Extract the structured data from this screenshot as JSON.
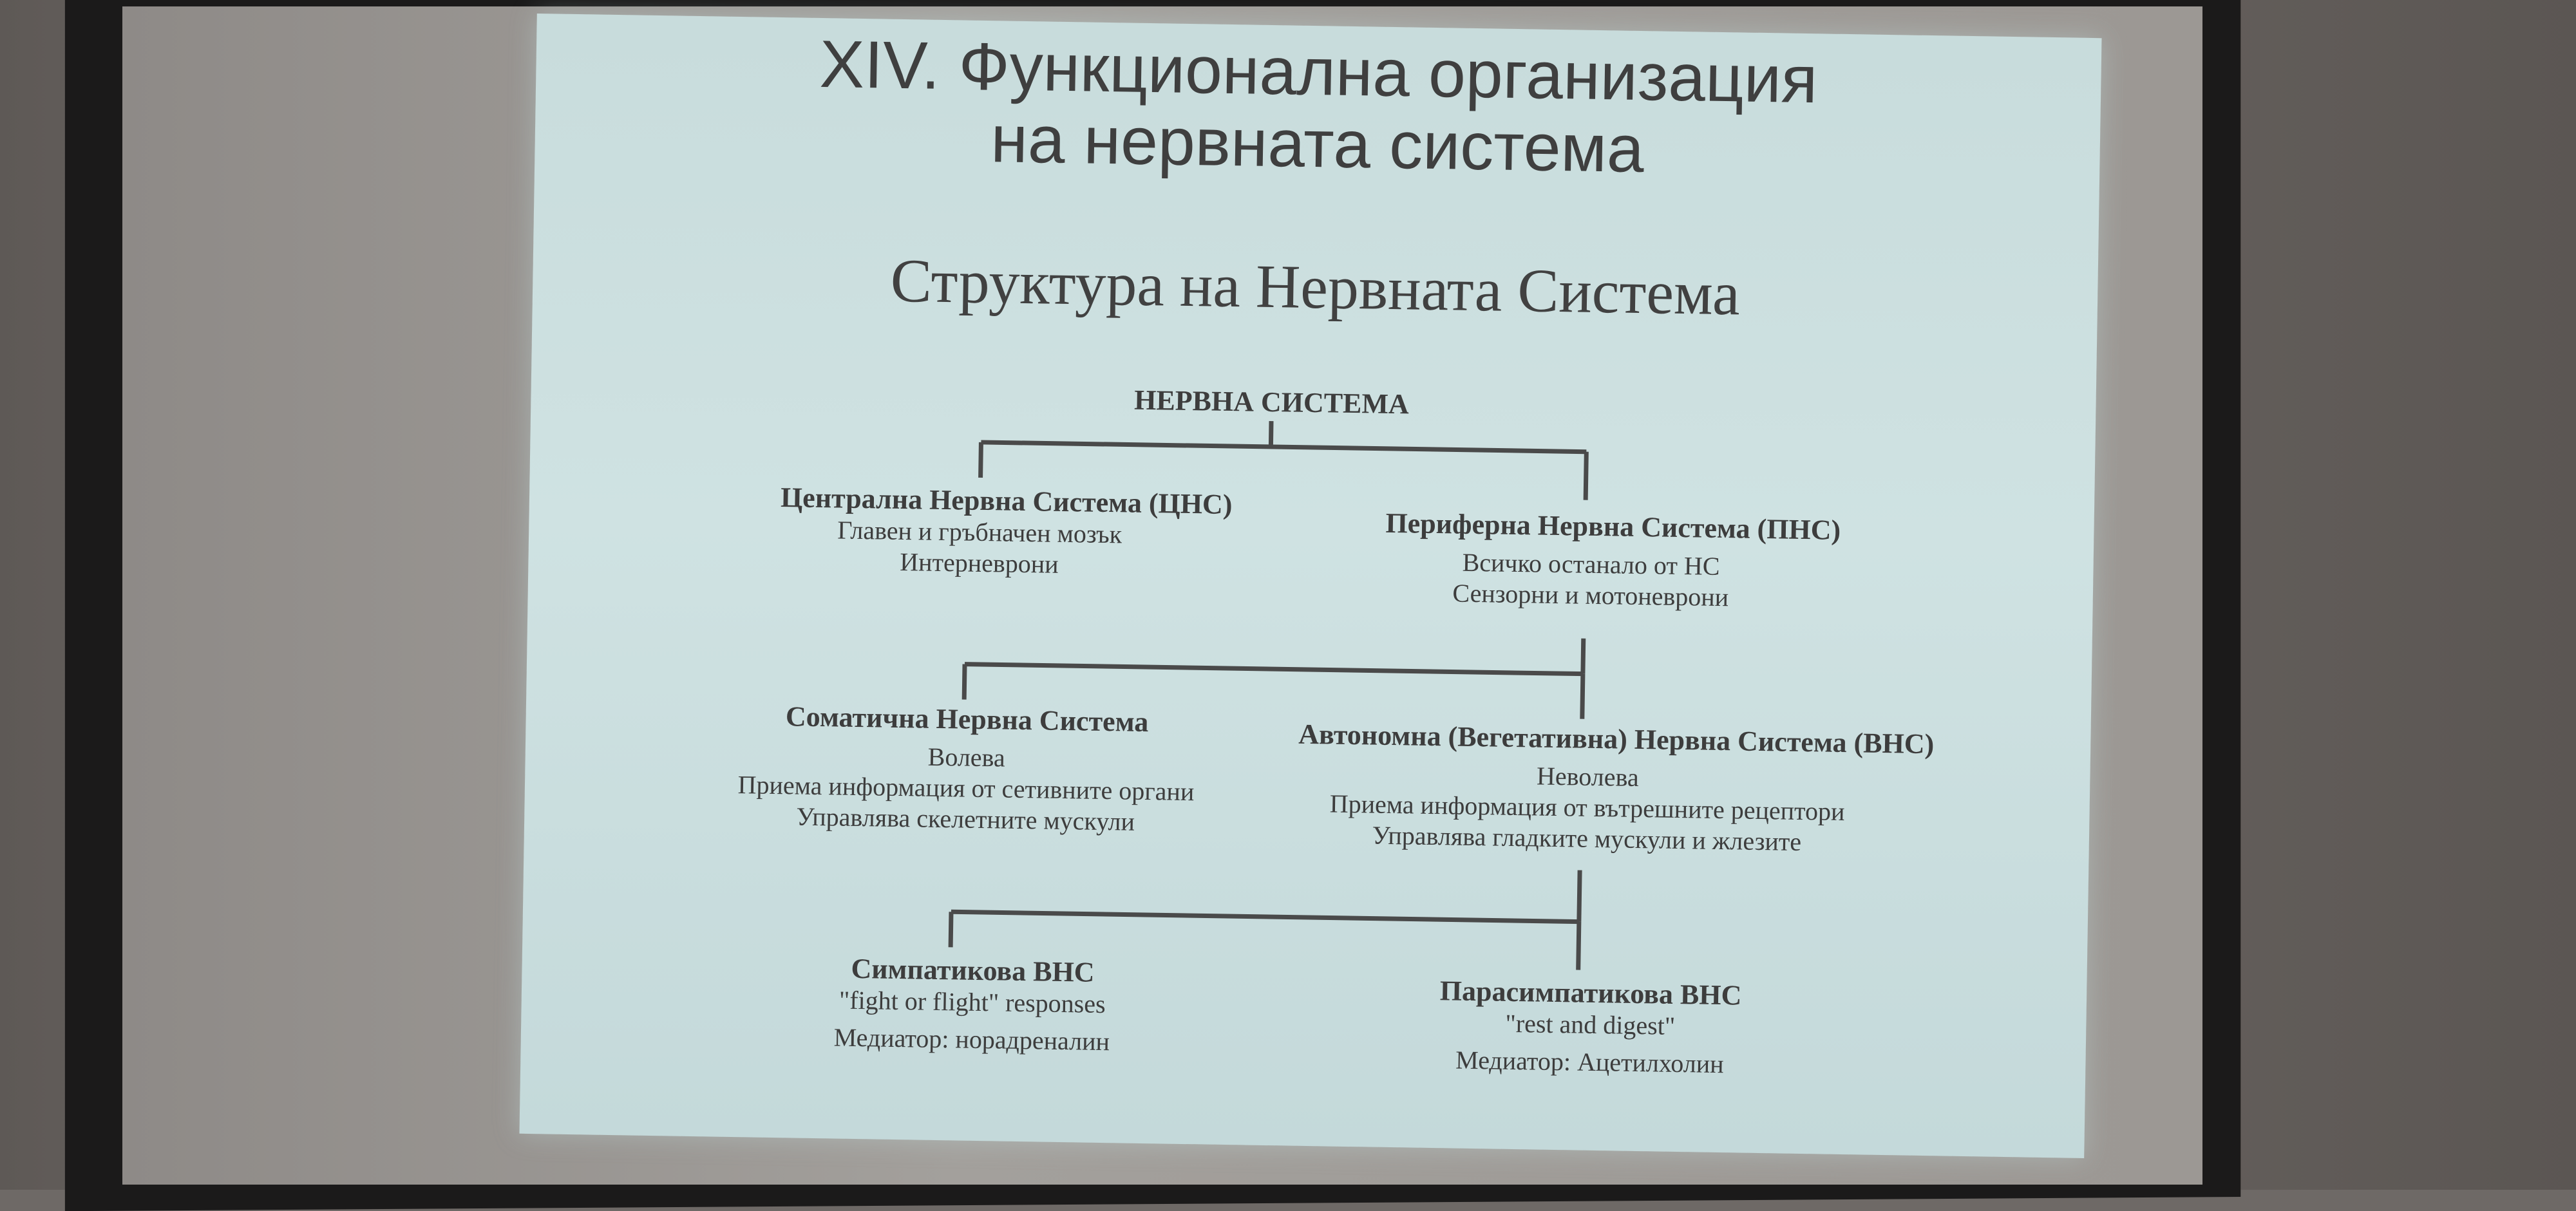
{
  "slide": {
    "title_line1": "XIV. Функционална организация",
    "title_line2": "на нервната система",
    "subtitle": "Структура  на Нервната Система"
  },
  "tree": {
    "root": "НЕРВНА СИСТЕМА",
    "cns": {
      "head": "Централна Нервна Система (ЦНС)",
      "lines": [
        "Главен и гръбначен мозък",
        "Интерневрони"
      ]
    },
    "pns": {
      "head": "Периферна Нервна Система (ПНС)",
      "lines": [
        "Всичко останало от НС",
        "Сензорни и мотоневрони"
      ]
    },
    "somatic": {
      "head": "Соматична Нервна Система",
      "lines": [
        "Волева",
        "Приема информация от сетивните органи",
        "Управлява скелетните мускули"
      ]
    },
    "autonomic": {
      "head": "Автономна (Вегетативна) Нервна Система (ВНС)",
      "lines": [
        "Неволева",
        "Приема информация от вътрешните рецептори",
        "Управлява гладките мускули и жлезите"
      ]
    },
    "sympathetic": {
      "head": "Симпатикова ВНС",
      "lines": [
        "\"fight or flight\" responses",
        "Медиатор: норадреналин"
      ]
    },
    "parasympathetic": {
      "head": "Парасимпатикова ВНС",
      "lines": [
        "\"rest and digest\"",
        "Медиатор: Ацетилхолин"
      ]
    }
  }
}
